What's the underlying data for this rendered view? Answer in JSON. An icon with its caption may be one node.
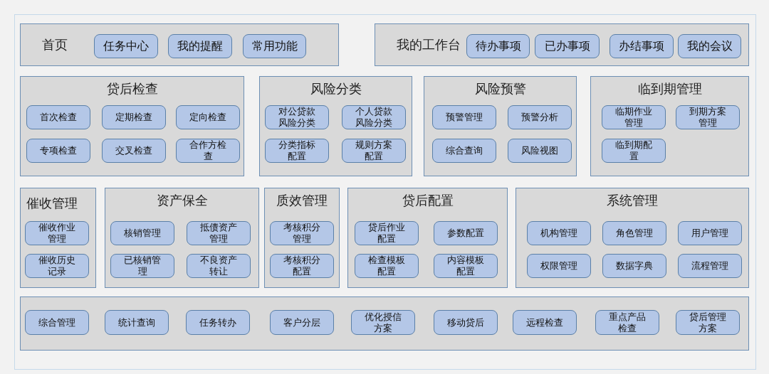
{
  "diagram": {
    "nodes": [
      {
        "text": [
          "首页"
        ]
      },
      {
        "text": [
          "任务中心"
        ],
        "in": 0
      },
      {
        "text": [
          "我的提醒"
        ],
        "in": 0
      },
      {
        "text": [
          "常用功能"
        ],
        "in": 0
      },
      {
        "text": [
          "我的工作台"
        ]
      },
      {
        "text": [
          "待办事项"
        ],
        "in": 4
      },
      {
        "text": [
          "已办事项"
        ],
        "in": 4
      },
      {
        "text": [
          "办结事项"
        ],
        "in": 4
      },
      {
        "text": [
          "我的会议"
        ],
        "in": 4
      },
      {
        "text": [
          "贷后检查"
        ]
      },
      {
        "text": [
          "首次检查"
        ],
        "in": 9
      },
      {
        "text": [
          "定期检查"
        ],
        "in": 9
      },
      {
        "text": [
          "定向检查"
        ],
        "in": 9
      },
      {
        "text": [
          "专项检查"
        ],
        "in": 9
      },
      {
        "text": [
          "交叉检查"
        ],
        "in": 9
      },
      {
        "text": [
          "合作方检查"
        ],
        "in": 9
      },
      {
        "text": [
          "风险分类"
        ]
      },
      {
        "text": [
          "对公贷款风险分类"
        ],
        "in": 16
      },
      {
        "text": [
          "个人贷款风险分类"
        ],
        "in": 16
      },
      {
        "text": [
          "分类指标配置"
        ],
        "in": 16
      },
      {
        "text": [
          "规则方案配置"
        ],
        "in": 16
      },
      {
        "text": [
          "风险预警"
        ]
      },
      {
        "text": [
          "预警管理"
        ],
        "in": 21
      },
      {
        "text": [
          "预警分析"
        ],
        "in": 21
      },
      {
        "text": [
          "综合查询"
        ],
        "in": 21
      },
      {
        "text": [
          "风险视图"
        ],
        "in": 21
      },
      {
        "text": [
          "临到期管理"
        ]
      },
      {
        "text": [
          "临期作业管理"
        ],
        "in": 26
      },
      {
        "text": [
          "到期方案管理"
        ],
        "in": 26
      },
      {
        "text": [
          "临到期配置"
        ],
        "in": 26
      },
      {
        "text": [
          "催收管理"
        ]
      },
      {
        "text": [
          "催收作业管理"
        ],
        "in": 30
      },
      {
        "text": [
          "催收历史记录"
        ],
        "in": 30
      },
      {
        "text": [
          "资产保全"
        ]
      },
      {
        "text": [
          "核销管理"
        ],
        "in": 33
      },
      {
        "text": [
          "抵债资产管理"
        ],
        "in": 33
      },
      {
        "text": [
          "已核销管理"
        ],
        "in": 33
      },
      {
        "text": [
          "不良资产转让"
        ],
        "in": 33
      },
      {
        "text": [
          "质效管理"
        ]
      },
      {
        "text": [
          "考核积分管理"
        ],
        "in": 38
      },
      {
        "text": [
          "考核积分配置"
        ],
        "in": 38
      },
      {
        "text": [
          "贷后配置"
        ]
      },
      {
        "text": [
          "贷后作业配置"
        ],
        "in": 41
      },
      {
        "text": [
          "参数配置"
        ],
        "in": 41
      },
      {
        "text": [
          "检查模板配置"
        ],
        "in": 41
      },
      {
        "text": [
          "内容模板配置"
        ],
        "in": 41
      },
      {
        "text": [
          "系统管理"
        ]
      },
      {
        "text": [
          "机构管理"
        ],
        "in": 46
      },
      {
        "text": [
          "角色管理"
        ],
        "in": 46
      },
      {
        "text": [
          "用户管理"
        ],
        "in": 46
      },
      {
        "text": [
          "权限管理"
        ],
        "in": 46
      },
      {
        "text": [
          "数据字典"
        ],
        "in": 46
      },
      {
        "text": [
          "流程管理"
        ],
        "in": 46
      },
      {
        "text": [],
        "shape": "box"
      },
      {
        "text": [
          "综合管理"
        ],
        "in": 53
      },
      {
        "text": [
          "统计查询"
        ],
        "in": 53
      },
      {
        "text": [
          "任务转办"
        ],
        "in": 53
      },
      {
        "text": [
          "客户分层"
        ],
        "in": 53
      },
      {
        "text": [
          "优化授信方案"
        ],
        "in": 53
      },
      {
        "text": [
          "移动贷后"
        ],
        "in": 53
      },
      {
        "text": [
          "远程检查"
        ],
        "in": 53
      },
      {
        "text": [
          "重点产品检查"
        ],
        "in": 53
      },
      {
        "text": [
          "贷后管理方案"
        ],
        "in": 53
      }
    ]
  }
}
